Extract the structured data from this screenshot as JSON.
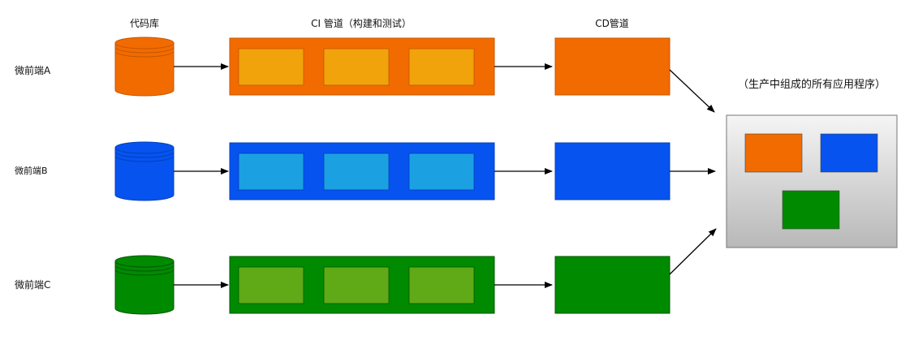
{
  "headers": {
    "repo": "代码库",
    "ci": "CI 管道（构建和测试）",
    "cd": "CD管道",
    "production": "（生产中组成的所有应用程序）"
  },
  "rows": [
    {
      "label": "微前端A",
      "color": "#f26b00",
      "light": "#f0a30a",
      "stroke": "#c55600"
    },
    {
      "label": "微前端B",
      "color": "#0653f0",
      "light": "#1ba1e2",
      "stroke": "#0040b8"
    },
    {
      "label": "微前端C",
      "color": "#008a00",
      "light": "#60a917",
      "stroke": "#005700"
    }
  ],
  "production_colors": [
    "#f26b00",
    "#0653f0",
    "#008a00"
  ]
}
